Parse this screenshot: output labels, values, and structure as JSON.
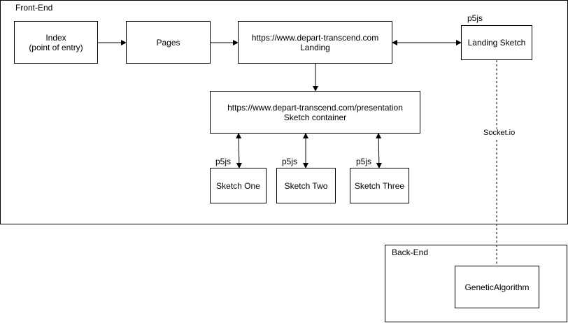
{
  "groups": {
    "frontend": {
      "label": "Front-End"
    },
    "backend": {
      "label": "Back-End"
    }
  },
  "nodes": {
    "index": {
      "line1": "Index",
      "line2": "(point of entry)"
    },
    "pages": {
      "line1": "Pages"
    },
    "landing": {
      "line1": "https://www.depart-transcend.com",
      "line2": "Landing"
    },
    "landing_sketch": {
      "line1": "Landing Sketch",
      "tag": "p5js"
    },
    "presentation": {
      "line1": "https://www.depart-transcend.com/presentation",
      "line2": "Sketch container"
    },
    "sketch_one": {
      "line1": "Sketch One",
      "tag": "p5js"
    },
    "sketch_two": {
      "line1": "Sketch Two",
      "tag": "p5js"
    },
    "sketch_three": {
      "line1": "Sketch Three",
      "tag": "p5js"
    },
    "genetic": {
      "line1": "GeneticAlgorithm"
    }
  },
  "edges": {
    "socket_label": "Socket.io"
  }
}
